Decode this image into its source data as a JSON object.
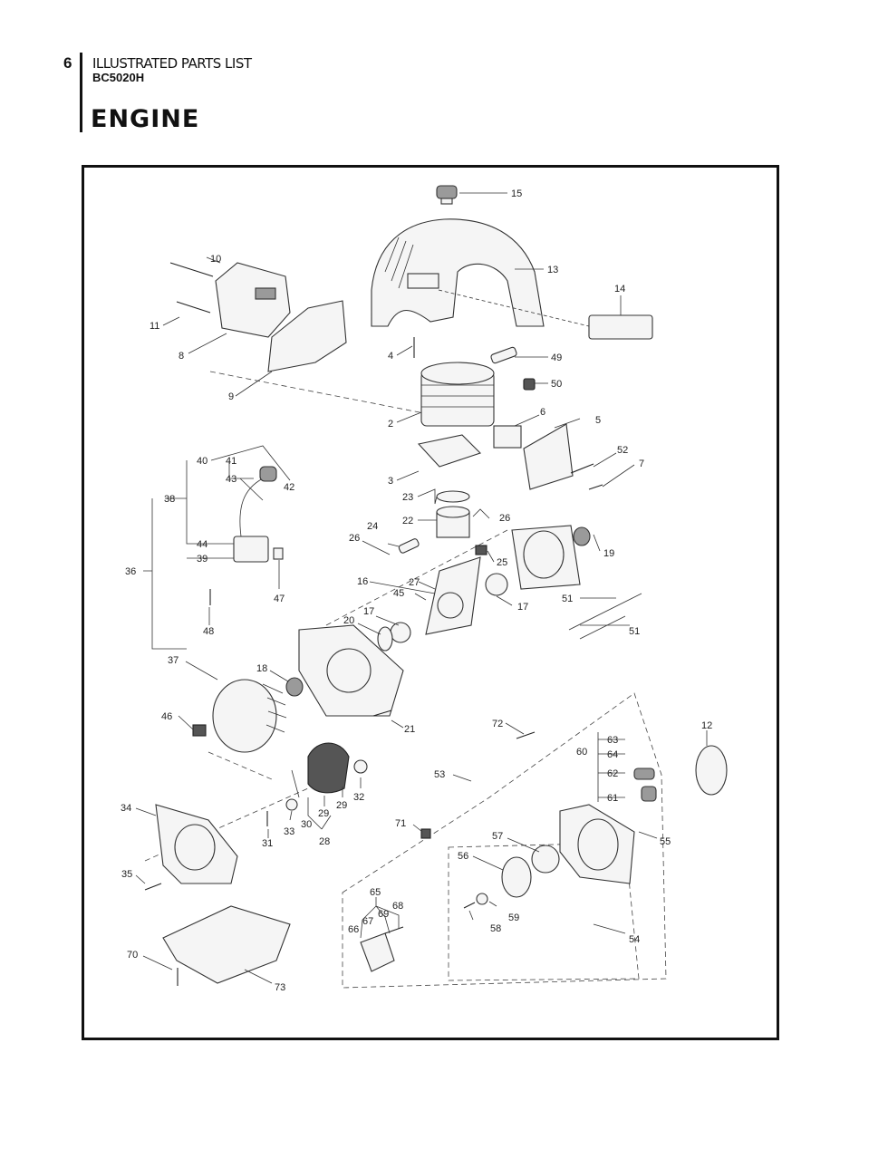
{
  "header": {
    "page_number": "6",
    "document_title": "ILLUSTRATED PARTS LIST",
    "model": "BC5020H",
    "section_title": "ENGINE"
  },
  "callouts": [
    {
      "id": "c15",
      "text": "15"
    },
    {
      "id": "c13",
      "text": "13"
    },
    {
      "id": "c14",
      "text": "14"
    },
    {
      "id": "c10",
      "text": "10"
    },
    {
      "id": "c11",
      "text": "11"
    },
    {
      "id": "c8",
      "text": "8"
    },
    {
      "id": "c9",
      "text": "9"
    },
    {
      "id": "c4",
      "text": "4"
    },
    {
      "id": "c49",
      "text": "49"
    },
    {
      "id": "c50",
      "text": "50"
    },
    {
      "id": "c2",
      "text": "2"
    },
    {
      "id": "c6",
      "text": "6"
    },
    {
      "id": "c5",
      "text": "5"
    },
    {
      "id": "c52",
      "text": "52"
    },
    {
      "id": "c7",
      "text": "7"
    },
    {
      "id": "c3",
      "text": "3"
    },
    {
      "id": "c40",
      "text": "40"
    },
    {
      "id": "c41",
      "text": "41"
    },
    {
      "id": "c43",
      "text": "43"
    },
    {
      "id": "c42",
      "text": "42"
    },
    {
      "id": "c38",
      "text": "38"
    },
    {
      "id": "c23",
      "text": "23"
    },
    {
      "id": "c22",
      "text": "22"
    },
    {
      "id": "c26a",
      "text": "26"
    },
    {
      "id": "c26b",
      "text": "26"
    },
    {
      "id": "c24",
      "text": "24"
    },
    {
      "id": "c44",
      "text": "44"
    },
    {
      "id": "c39",
      "text": "39"
    },
    {
      "id": "c36",
      "text": "36"
    },
    {
      "id": "c19",
      "text": "19"
    },
    {
      "id": "c25",
      "text": "25"
    },
    {
      "id": "c16",
      "text": "16"
    },
    {
      "id": "c27",
      "text": "27"
    },
    {
      "id": "c45",
      "text": "45"
    },
    {
      "id": "c47",
      "text": "47"
    },
    {
      "id": "c48",
      "text": "48"
    },
    {
      "id": "c17a",
      "text": "17"
    },
    {
      "id": "c17b",
      "text": "17"
    },
    {
      "id": "c51a",
      "text": "51"
    },
    {
      "id": "c51b",
      "text": "51"
    },
    {
      "id": "c20",
      "text": "20"
    },
    {
      "id": "c37",
      "text": "37"
    },
    {
      "id": "c18",
      "text": "18"
    },
    {
      "id": "c46",
      "text": "46"
    },
    {
      "id": "c21",
      "text": "21"
    },
    {
      "id": "c72",
      "text": "72"
    },
    {
      "id": "c12",
      "text": "12"
    },
    {
      "id": "c63",
      "text": "63"
    },
    {
      "id": "c64",
      "text": "64"
    },
    {
      "id": "c60",
      "text": "60"
    },
    {
      "id": "c62",
      "text": "62"
    },
    {
      "id": "c61",
      "text": "61"
    },
    {
      "id": "c53",
      "text": "53"
    },
    {
      "id": "c34",
      "text": "34"
    },
    {
      "id": "c32",
      "text": "32"
    },
    {
      "id": "c29a",
      "text": "29"
    },
    {
      "id": "c29b",
      "text": "29"
    },
    {
      "id": "c30",
      "text": "30"
    },
    {
      "id": "c33",
      "text": "33"
    },
    {
      "id": "c31",
      "text": "31"
    },
    {
      "id": "c28",
      "text": "28"
    },
    {
      "id": "c71",
      "text": "71"
    },
    {
      "id": "c55",
      "text": "55"
    },
    {
      "id": "c57",
      "text": "57"
    },
    {
      "id": "c56",
      "text": "56"
    },
    {
      "id": "c35",
      "text": "35"
    },
    {
      "id": "c65",
      "text": "65"
    },
    {
      "id": "c69",
      "text": "69"
    },
    {
      "id": "c68",
      "text": "68"
    },
    {
      "id": "c67",
      "text": "67"
    },
    {
      "id": "c66",
      "text": "66"
    },
    {
      "id": "c59",
      "text": "59"
    },
    {
      "id": "c58",
      "text": "58"
    },
    {
      "id": "c54",
      "text": "54"
    },
    {
      "id": "c70",
      "text": "70"
    },
    {
      "id": "c73",
      "text": "73"
    }
  ]
}
